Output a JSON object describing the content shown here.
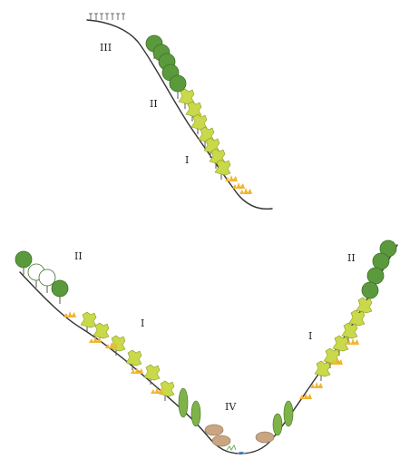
{
  "colors": {
    "tree_dark_green": "#5b9a3c",
    "tree_mid_green": "#7fb347",
    "shrub_yellow_green": "#c9d94a",
    "shrub_lime": "#dfe66a",
    "grass_orange": "#f2b531",
    "tree_white": "#ffffff",
    "boulder_tan": "#c9a582",
    "water_blue": "#5aa0d8",
    "ground_line": "#333333"
  },
  "top_profile": {
    "labels": {
      "zone_iii": "III",
      "zone_ii": "II",
      "zone_i": "I"
    }
  },
  "valley_profile": {
    "labels": {
      "left_zone_ii": "II",
      "left_zone_i": "I",
      "valley_floor_iv": "IV",
      "right_zone_i": "I",
      "right_zone_ii": "II"
    }
  }
}
